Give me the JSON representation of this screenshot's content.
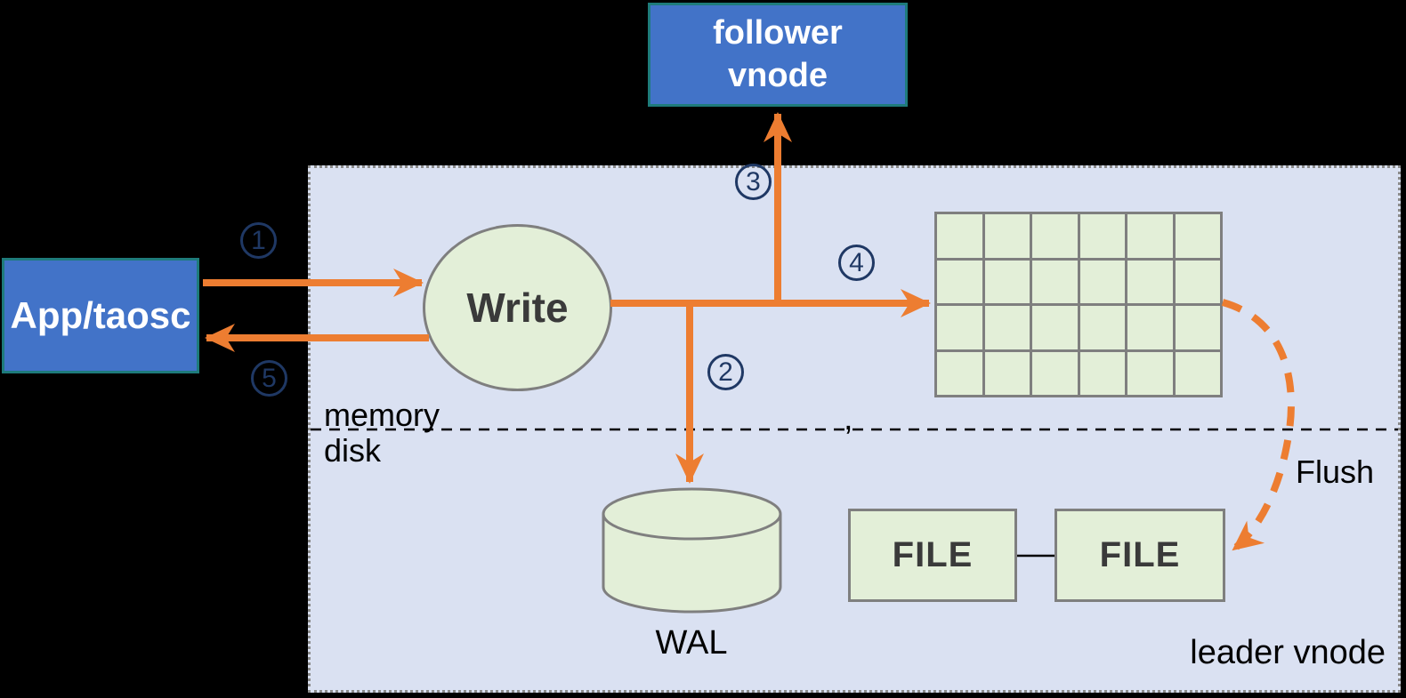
{
  "colors": {
    "canvas_bg": "#000000",
    "panel_bg": "#dae1f2",
    "panel_border": "#8a8a8a",
    "node_blue": "#4273c8",
    "node_blue_border": "#1e7b7b",
    "node_green": "#e3efd8",
    "node_green_border": "#7f7f7f",
    "arrow_orange": "#ed7d31",
    "step_navy": "#1f3864",
    "text_dark": "#3a3a3a"
  },
  "nodes": {
    "app": {
      "label": "App/taosc"
    },
    "follower": {
      "line1": "follower",
      "line2": "vnode"
    },
    "write": {
      "label": "Write"
    },
    "memtable": {
      "rows": 4,
      "cols": 6
    },
    "wal": {
      "label": "WAL"
    },
    "file_left": {
      "label": "FILE"
    },
    "file_right": {
      "label": "FILE"
    }
  },
  "labels": {
    "memory": "memory",
    "disk": "disk",
    "leader_vnode": "leader vnode",
    "flush": "Flush",
    "stray_comma": ","
  },
  "steps": {
    "s1": "1",
    "s2": "2",
    "s3": "3",
    "s4": "4",
    "s5": "5"
  }
}
